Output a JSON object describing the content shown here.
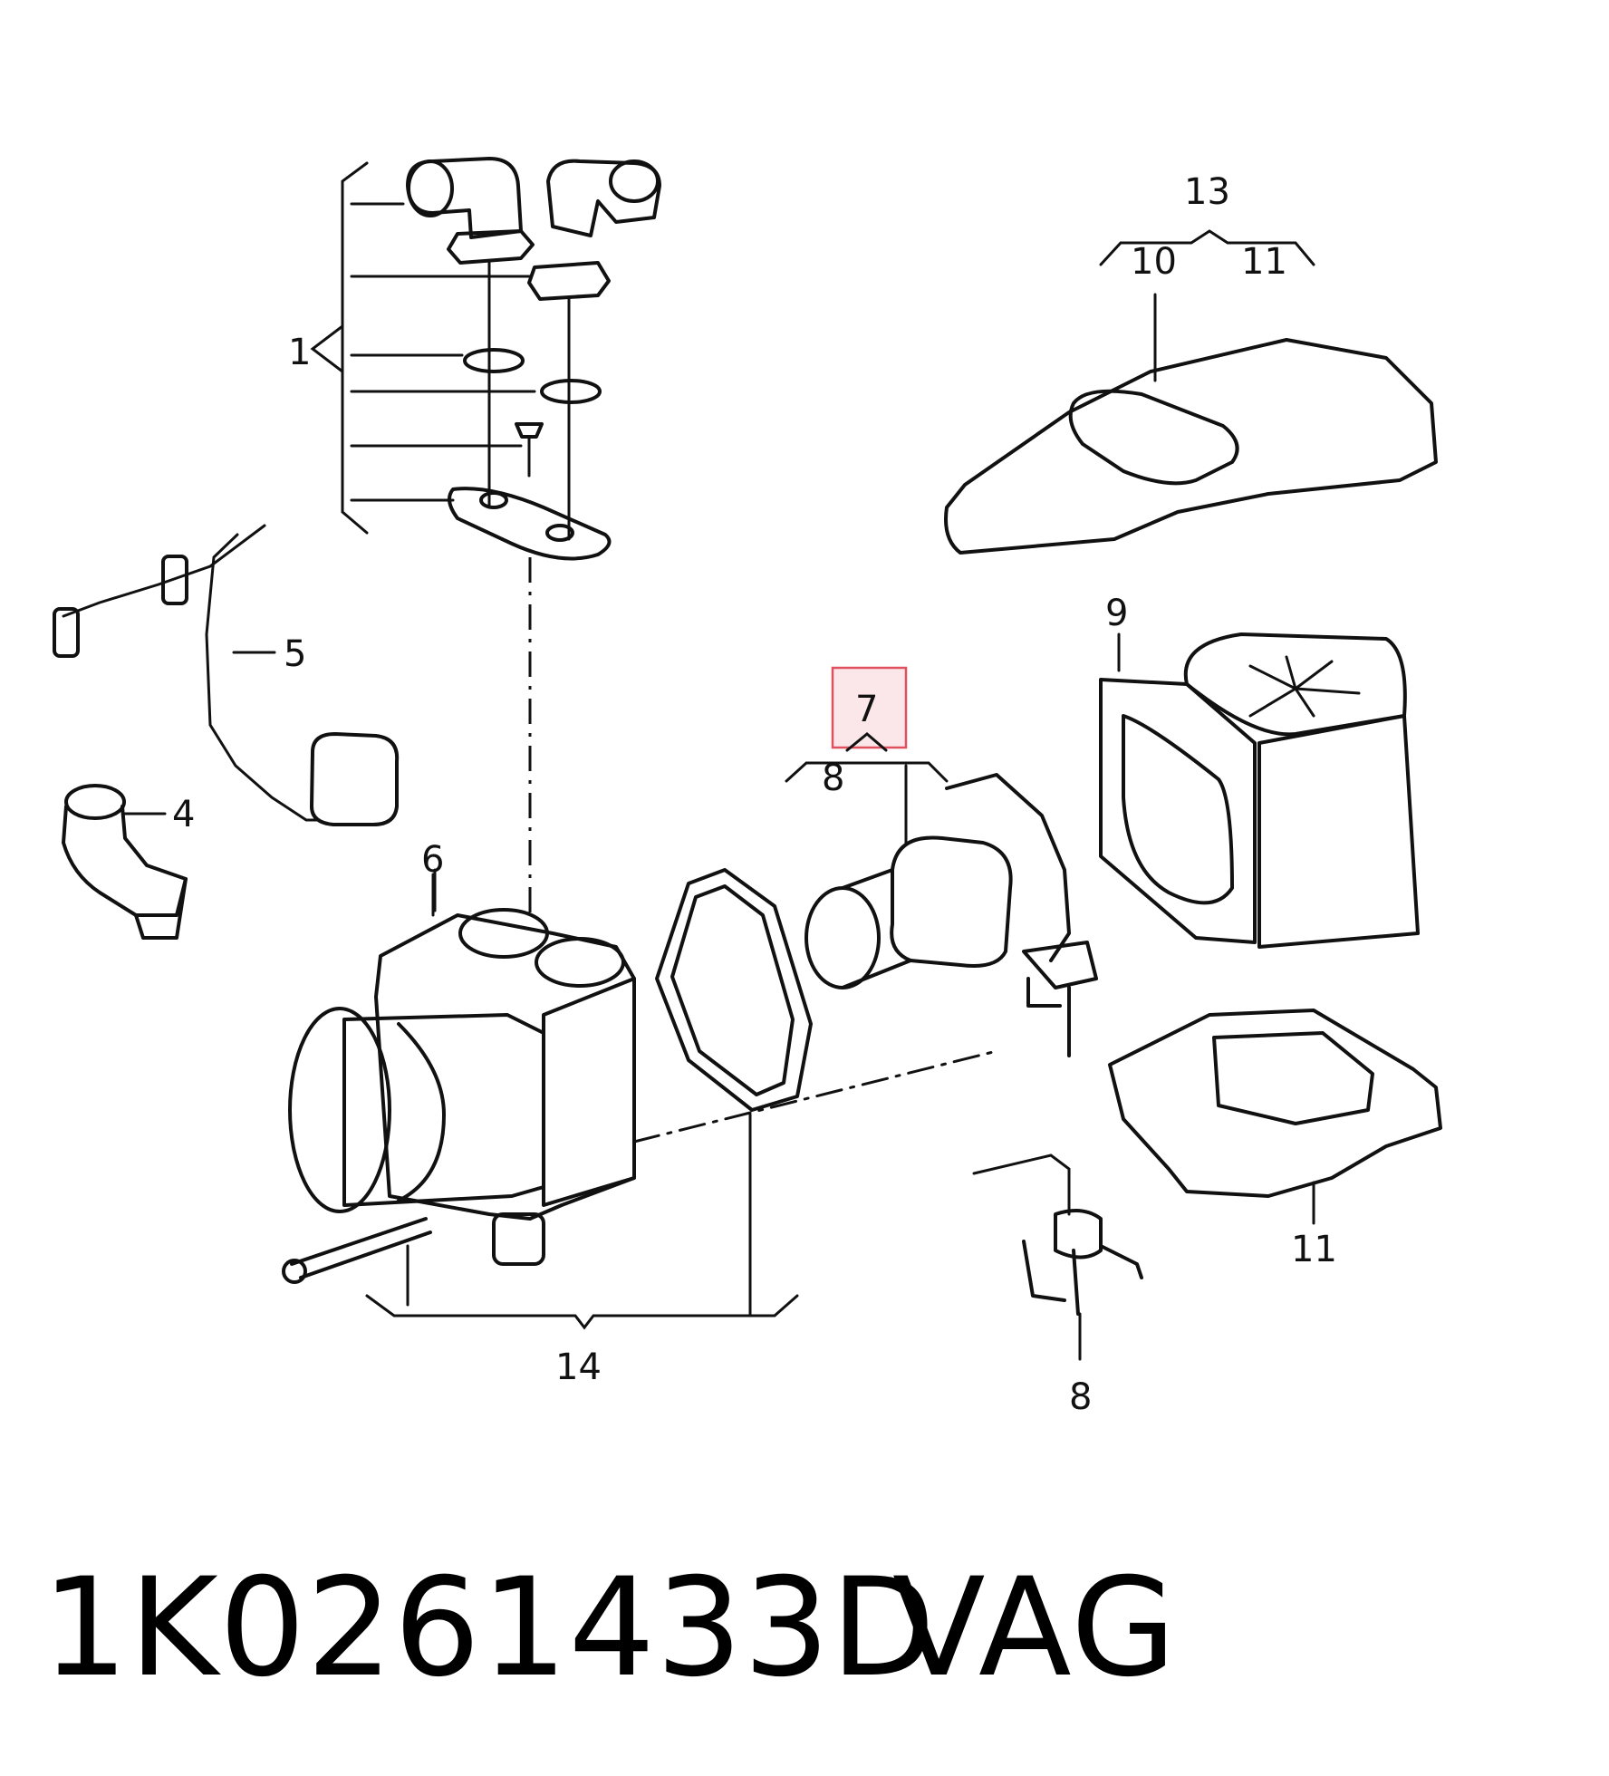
{
  "callouts": {
    "c1": "1",
    "c4": "4",
    "c5": "5",
    "c6": "6",
    "c7": "7",
    "c8_top": "8",
    "c8_bottom": "8",
    "c9": "9",
    "c10": "10",
    "c11_top": "11",
    "c11_bottom": "11",
    "c13": "13",
    "c14": "14"
  },
  "caption": {
    "part_number": "1K0261433D",
    "brand": "VAG"
  },
  "highlight_color": "#e0505e"
}
